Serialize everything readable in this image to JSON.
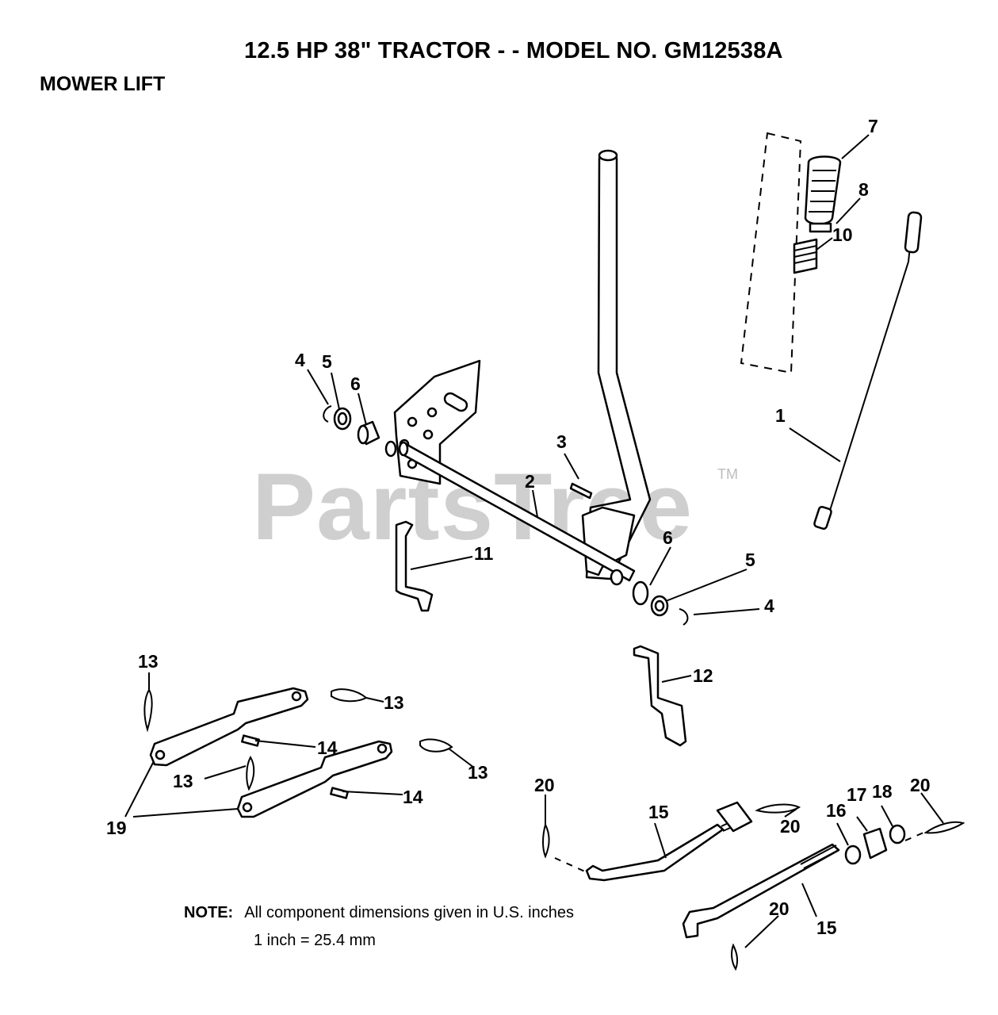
{
  "header": {
    "title": "12.5 HP 38\" TRACTOR - - MODEL NO.  GM12538A",
    "section": "MOWER LIFT"
  },
  "watermark": {
    "text": "PartsTree",
    "trademark": "TM"
  },
  "note": {
    "label": "NOTE:",
    "text": "All component dimensions given in U.S. inches",
    "conversion": "1 inch = 25.4 mm"
  },
  "callouts": {
    "c1": "1",
    "c2": "2",
    "c3": "3",
    "c4a": "4",
    "c4b": "4",
    "c5a": "5",
    "c5b": "5",
    "c6a": "6",
    "c6b": "6",
    "c7": "7",
    "c8": "8",
    "c10": "10",
    "c11": "11",
    "c12": "12",
    "c13a": "13",
    "c13b": "13",
    "c13c": "13",
    "c13d": "13",
    "c14a": "14",
    "c14b": "14",
    "c15a": "15",
    "c15b": "15",
    "c16": "16",
    "c17": "17",
    "c18": "18",
    "c19": "19",
    "c20a": "20",
    "c20b": "20",
    "c20c": "20",
    "c20d": "20"
  }
}
